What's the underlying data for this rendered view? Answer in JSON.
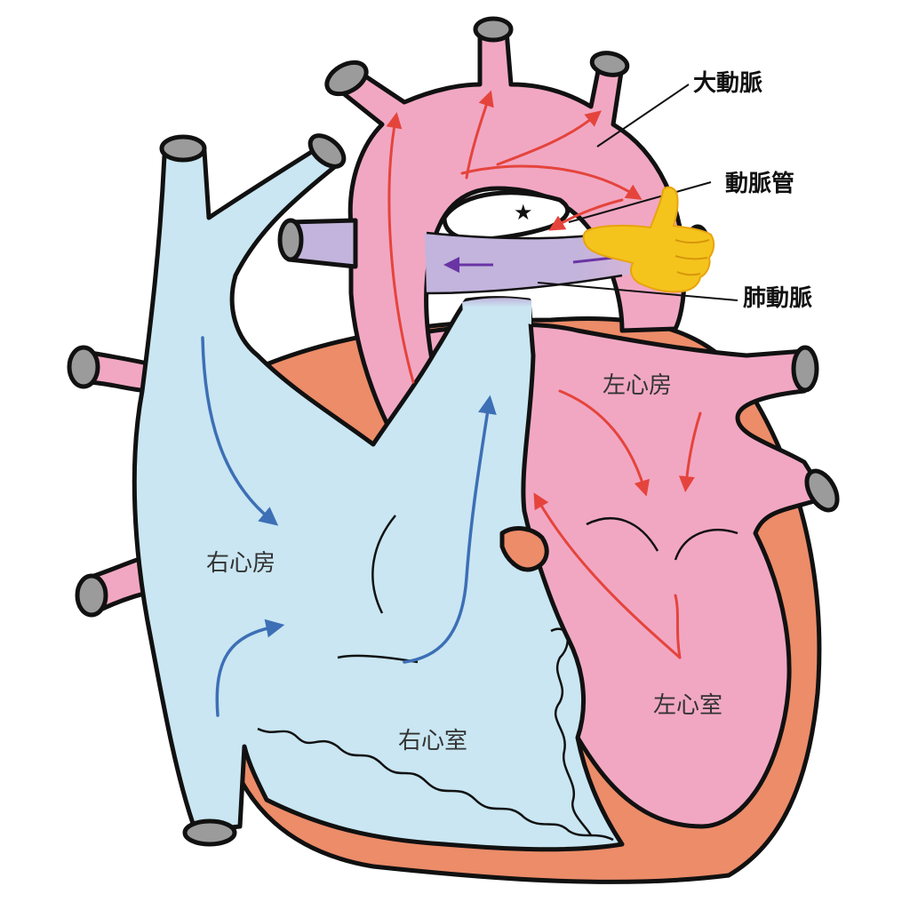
{
  "labels": {
    "aorta": "大動脈",
    "ductus": "動脈管",
    "pulmonary_artery": "肺動脈",
    "left_atrium": "左心房",
    "right_atrium": "右心房",
    "left_ventricle": "左心室",
    "right_ventricle": "右心室",
    "star": "★"
  },
  "colors": {
    "oxygenated": "#f1a7c2",
    "deoxygenated": "#c9e6f2",
    "mixed": "#c2b4dc",
    "myocardium": "#ec8c69",
    "vessel_cap": "#9b9b9b",
    "red_arrow": "#e5443c",
    "blue_arrow": "#3d6fb6",
    "purple_arrow": "#6a34a4",
    "pointer": "#f4c41d"
  },
  "icons": {
    "pointer": "pointing-hand-icon"
  }
}
